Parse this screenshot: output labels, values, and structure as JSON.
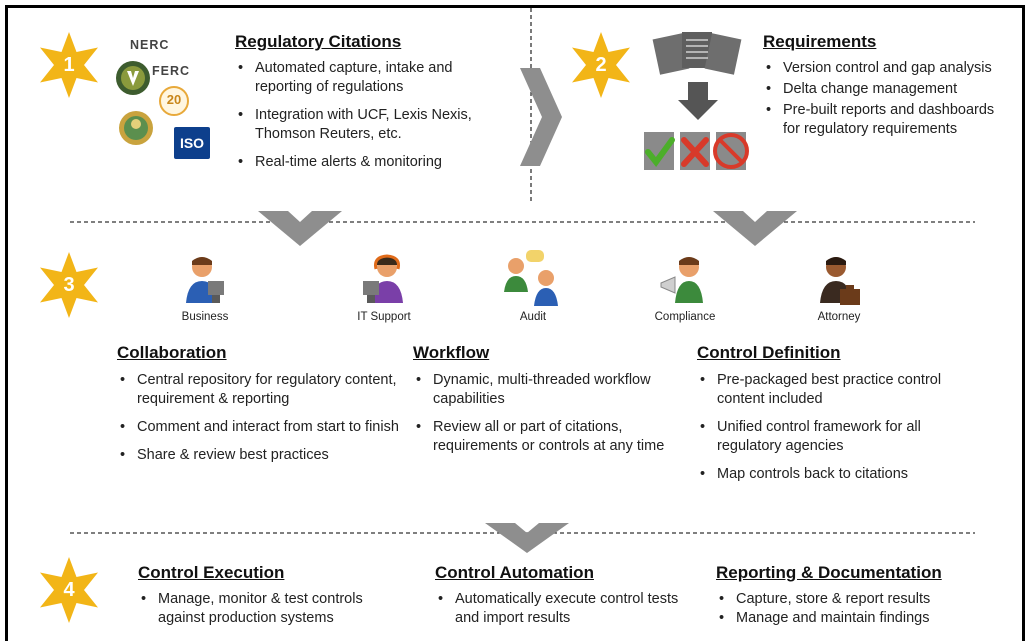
{
  "colors": {
    "star": "#f2b517",
    "arrow": "#8e8e8e",
    "divider": "#333333"
  },
  "steps": [
    {
      "number": "1"
    },
    {
      "number": "2"
    },
    {
      "number": "3"
    },
    {
      "number": "4"
    }
  ],
  "logos": {
    "nerc": "NERC",
    "ferc": "FERC",
    "iso": "ISO",
    "badge": "20"
  },
  "regulatory_citations": {
    "title": "Regulatory Citations",
    "items": [
      "Automated capture, intake and reporting of regulations",
      "Integration with UCF, Lexis Nexis, Thomson Reuters, etc.",
      "Real-time alerts & monitoring"
    ]
  },
  "requirements": {
    "title": "Requirements",
    "items": [
      "Version control and gap analysis",
      "Delta change management",
      "Pre-built reports and dashboards for regulatory requirements"
    ]
  },
  "roles": [
    "Business",
    "IT Support",
    "Audit",
    "Compliance",
    "Attorney"
  ],
  "collaboration": {
    "title": "Collaboration",
    "items": [
      "Central repository for regulatory content, requirement & reporting",
      "Comment and interact from start to finish",
      "Share & review  best practices"
    ]
  },
  "workflow": {
    "title": "Workflow",
    "items": [
      "Dynamic, multi-threaded workflow capabilities",
      "Review all or part of citations, requirements or controls at any time"
    ]
  },
  "control_definition": {
    "title": "Control Definition",
    "items": [
      "Pre-packaged best practice control content included",
      "Unified control framework for all regulatory agencies",
      "Map controls back to citations"
    ]
  },
  "control_execution": {
    "title": "Control Execution",
    "items": [
      "Manage, monitor & test controls against production systems"
    ]
  },
  "control_automation": {
    "title": "Control Automation",
    "items": [
      "Automatically execute control tests and import results"
    ]
  },
  "reporting": {
    "title": "Reporting & Documentation",
    "items": [
      "Capture, store & report results",
      "Manage and maintain findings"
    ]
  }
}
